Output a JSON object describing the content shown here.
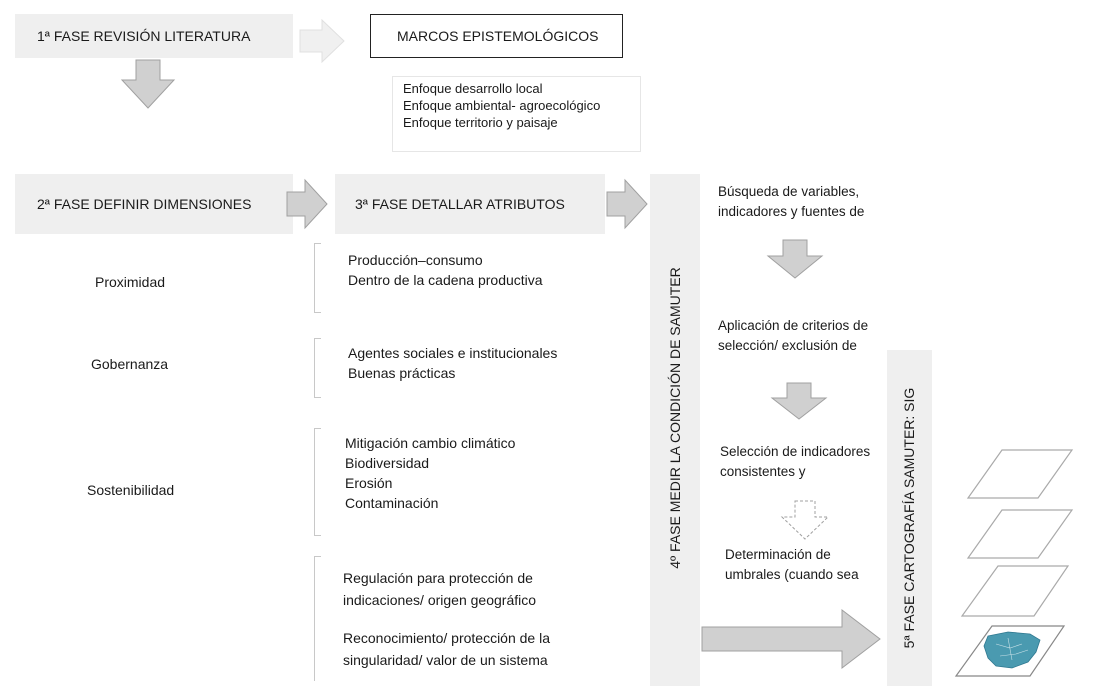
{
  "phase1": {
    "label": "1ª FASE REVISIÓN LITERATURA"
  },
  "marcos": {
    "title": "MARCOS EPISTEMOLÓGICOS"
  },
  "enfoques": [
    "Enfoque desarrollo local",
    "Enfoque ambiental- agroecológico",
    "Enfoque territorio y paisaje"
  ],
  "phase2": {
    "label": "2ª FASE DEFINIR DIMENSIONES"
  },
  "phase3": {
    "label": "3ª FASE DETALLAR ATRIBUTOS"
  },
  "phase4": {
    "label": "4º FASE MEDIR LA CONDICIÓN DE SAMUTER"
  },
  "phase5": {
    "label": "5ª FASE CARTOGRAFÍA SAMUTER: SIG"
  },
  "dimensions": {
    "proximidad": "Proximidad",
    "gobernanza": "Gobernanza",
    "sostenibilidad": "Sostenibilidad"
  },
  "attributes": {
    "proximidad": [
      "Producción–consumo",
      "Dentro de la cadena productiva"
    ],
    "gobernanza": [
      "Agentes sociales e institucionales",
      "Buenas prácticas"
    ],
    "sostenibilidad": [
      "Mitigación cambio climático",
      "Biodiversidad",
      "Erosión",
      "Contaminación"
    ],
    "singularidad_a": [
      "Regulación para protección de",
      "indicaciones/ origen geográfico"
    ],
    "singularidad_b": [
      "Reconocimiento/ protección de la",
      "singularidad/ valor de un sistema"
    ]
  },
  "steps": {
    "step1": [
      "Búsqueda de variables,",
      "indicadores y fuentes de"
    ],
    "step2": [
      "Aplicación de criterios de",
      "selección/ exclusión de"
    ],
    "step3": [
      "Selección de indicadores",
      "consistentes y"
    ],
    "step4": [
      "Determinación de",
      "umbrales (cuando sea"
    ]
  },
  "colors": {
    "phase_bg": "#efefef",
    "arrow_fill": "#d0d0d0",
    "arrow_stroke": "#9a9a9a",
    "map_fill": "#4a9ab0"
  }
}
